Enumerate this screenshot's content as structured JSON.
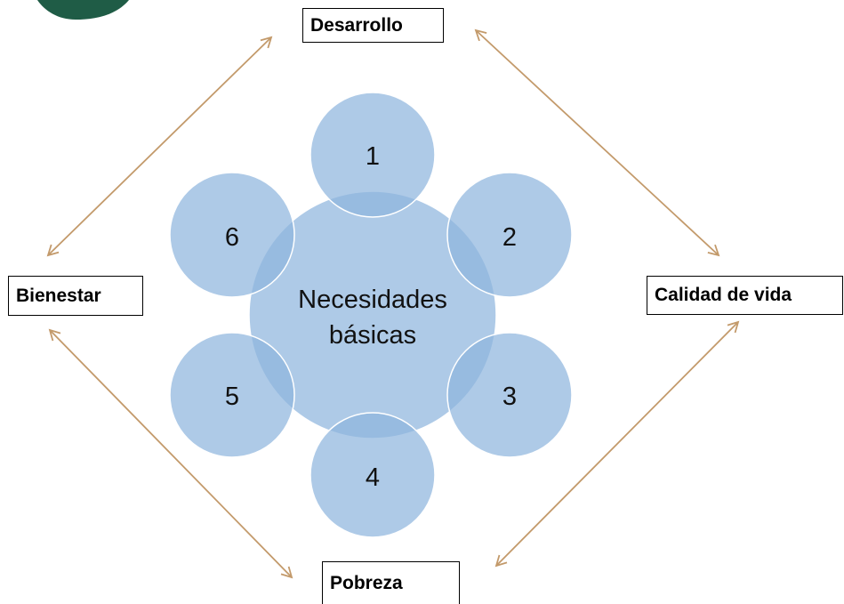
{
  "center": {
    "line1": "Necesidades",
    "line2": "básicas"
  },
  "satellites": [
    "1",
    "2",
    "3",
    "4",
    "5",
    "6"
  ],
  "outer_boxes": {
    "top": "Desarrollo",
    "left": "Bienestar",
    "right": "Calidad de vida",
    "bottom": "Pobreza"
  },
  "colors": {
    "circle_fill": "#a9c6e4",
    "circle_overlap": "#86aed8",
    "circle_edge": "#ffffff",
    "arrow": "#c39a6b",
    "logo": "#1f5c46"
  }
}
